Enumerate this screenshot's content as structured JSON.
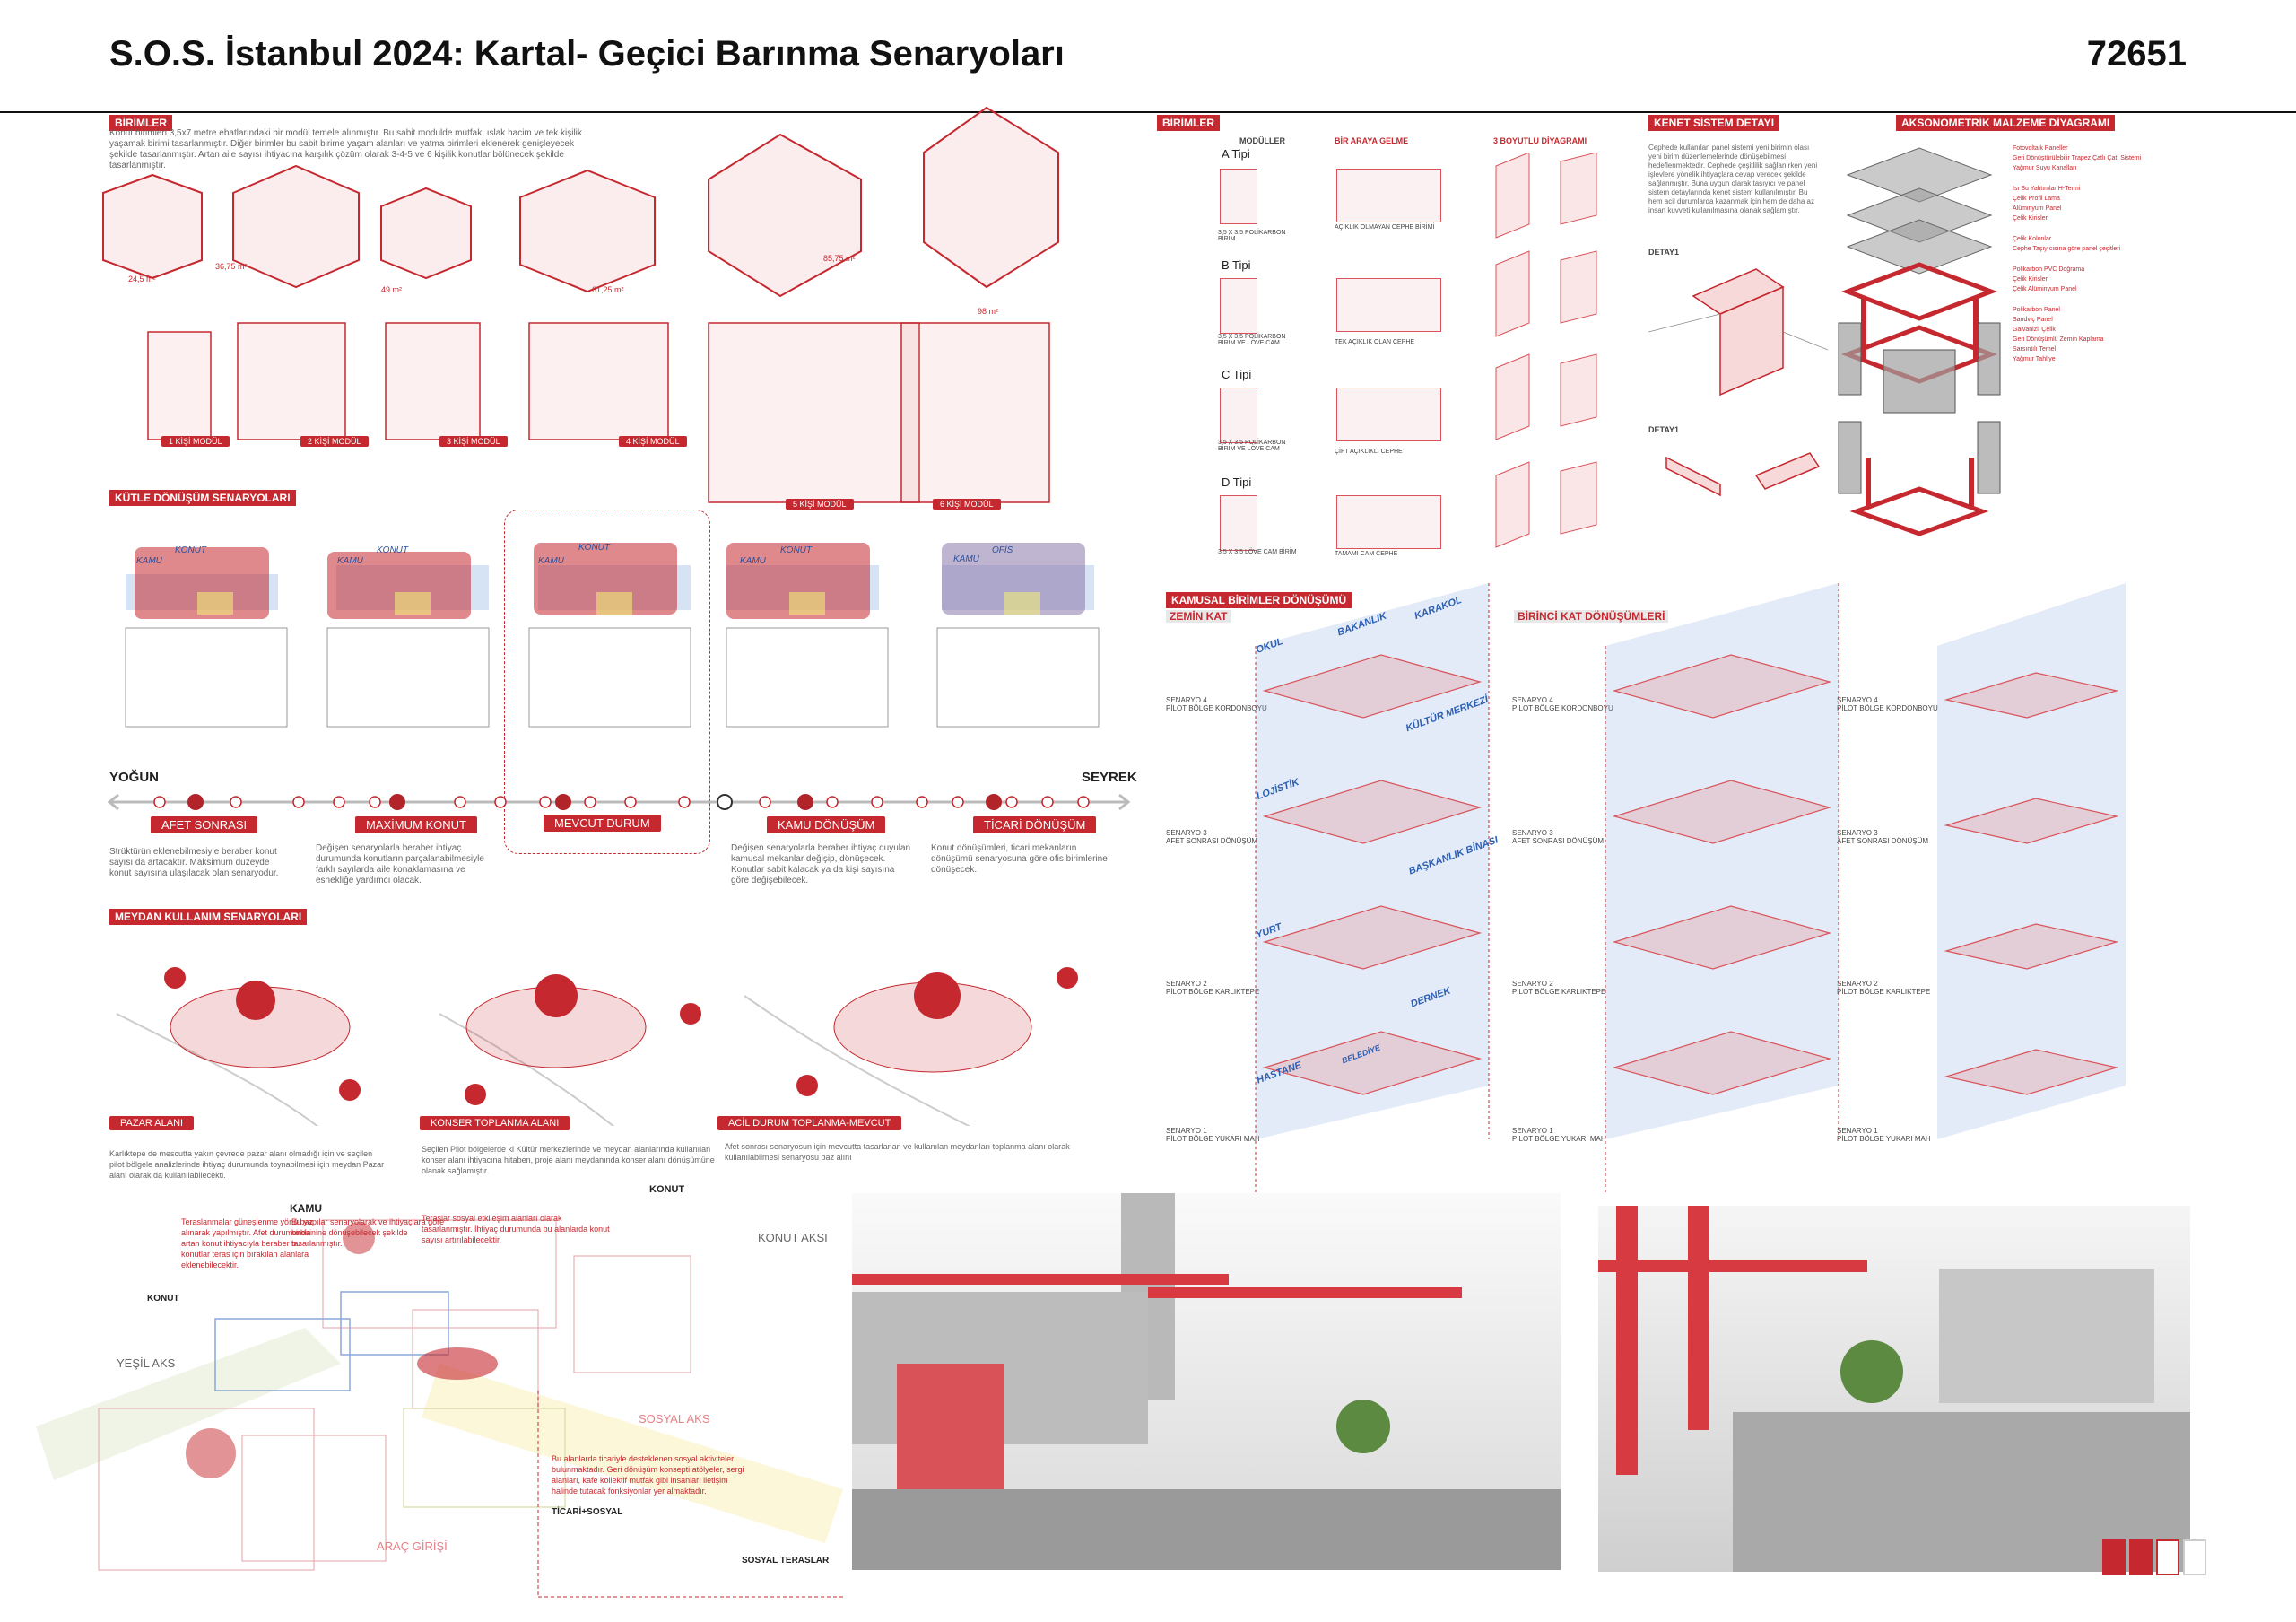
{
  "header": {
    "title": "S.O.S. İstanbul 2024: Kartal- Geçici Barınma Senaryoları",
    "code": "72651"
  },
  "birimler_left": {
    "heading": "BİRİMLER",
    "text": "Konut birimleri 3,5x7 metre ebatlarındaki bir modül temele alınmıştır. Bu sabit modulde mutfak, ıslak hacim ve tek kişilik yaşamak birimi tasarlanmıştır. Diğer birimler bu sabit birime yaşam alanları ve yatma birimleri eklenerek genişleyecek şekilde tasarlanmıştır. Artan aile sayısı ihtiyacına karşılık çözüm olarak 3-4-5 ve 6 kişilik konutlar bölünecek şekilde tasarlanmıştır.",
    "units": [
      {
        "area": "24,5 m²",
        "module": "1 KİŞİ MODÜL"
      },
      {
        "area": "36,75 m²",
        "module": "2 KİŞİ MODÜL"
      },
      {
        "area": "49 m²",
        "module": "3 KİŞİ MODÜL"
      },
      {
        "area": "61,25 m²",
        "module": "4 KİŞİ MODÜL"
      },
      {
        "area": "85,75 m²",
        "module": "5 KİŞİ MODÜL"
      },
      {
        "area": "98 m²",
        "module": "6 KİŞİ MODÜL"
      }
    ]
  },
  "kutle": {
    "heading": "KÜTLE DÖNÜŞÜM SENARYOLARI",
    "left_label": "YOĞUN",
    "right_label": "SEYREK",
    "tags": [
      "KAMU",
      "KONUT",
      "KAMU",
      "KONUT",
      "KAMU",
      "KONUT",
      "KAMU",
      "KONUT",
      "KAMU",
      "OFİS"
    ],
    "stages": [
      {
        "label": "AFET SONRASI",
        "text": "Strüktürün eklenebilmesiyle beraber konut sayısı da artacaktır. Maksimum düzeyde konut sayısına ulaşılacak olan senaryodur."
      },
      {
        "label": "MAXİMUM KONUT",
        "text": "Değişen senaryolarla beraber ihtiyaç durumunda konutların parçalanabilmesiyle farklı sayılarda aile konaklamasına ve esnekliğe yardımcı olacak."
      },
      {
        "label": "MEVCUT DURUM",
        "text": ""
      },
      {
        "label": "KAMU DÖNÜŞÜM",
        "text": "Değişen senaryolarla beraber ihtiyaç duyulan kamusal mekanlar değişip, dönüşecek. Konutlar sabit kalacak ya da kişi sayısına göre değişebilecek."
      },
      {
        "label": "TİCARİ DÖNÜŞÜM",
        "text": "Konut dönüşümleri, ticari mekanların dönüşümü senaryosuna göre ofis birimlerine dönüşecek."
      }
    ]
  },
  "meydan": {
    "heading": "MEYDAN KULLANIM SENARYOLARI",
    "items": [
      {
        "label": "PAZAR ALANI",
        "text": "Karlıktepe de mescutta yakın çevrede pazar alanı olmadığı için ve seçilen pilot bölgele analizlerinde ihtiyaç durumunda toynabilmesi için meydan Pazar alanı olarak da kullanılabilecekti."
      },
      {
        "label": "KONSER TOPLANMA ALANI",
        "text": "Seçilen Pilot bölgelerde ki Kültür merkezlerinde ve meydan alanlarında kullanılan konser alanı ihtiyacına hitaben, proje alanı meydanında konser alanı dönüşümüne olanak sağlamıştır."
      },
      {
        "label": "ACİL DURUM TOPLANMA-MEVCUT",
        "text": "Afet sonrası senaryosun için mevcutta tasarlanan ve kullanılan meydanları toplanma alanı olarak kullanılabilmesi senaryosu baz alını"
      }
    ]
  },
  "site": {
    "kamu": "KAMU",
    "kamu_text": "Bu yapılar senaryolarak ve ihtiyaçlara göre birbirinine dönüşebilecek şekilde tasarlanmıştır.",
    "konut_top": "KONUT",
    "konut_left": "KONUT",
    "konut_aksi": "KONUT AKSI",
    "yesil_aks": "YEŞİL AKS",
    "sosyal_aks": "SOSYAL AKS",
    "arac_girisi": "ARAÇ GİRİŞİ",
    "ticari_sosyal": "TİCARİ+SOSYAL",
    "sosyal_teraslar": "SOSYAL TERASLAR",
    "teras_text": "Teraslanmalar güneşlenme yönü baz alınarak yapılmıştır. Afet durumunda artan konut ihtiyacıyla beraber bu konutlar teras için bırakılan alanlara eklenebilecektir.",
    "sosyal_text": "Teraslar sosyal etkileşim alanları olarak tasarlanmıştır. İhtiyaç durumunda bu alanlarda konut sayısı artırılabilecektir.",
    "ticari_text": "Bu alanlarda ticariyle desteklenen sosyal aktiviteler bulunmaktadır. Geri dönüşüm konsepti atölyeler, sergi alanları, kafe kollektif mutfak gibi insanları iletişim halinde tutacak fonksiyonlar yer almaktadır."
  },
  "birimler_right": {
    "heading": "BİRİMLER",
    "col_moduller": "MODÜLLER",
    "col_biraraya": "BİR ARAYA GELME",
    "col_3d": "3 BOYUTLU DİYAGRAMI",
    "types": [
      {
        "name": "A Tipi",
        "desc": "3,5 X 3,5 POLİKARBON BİRİM",
        "combo": "AÇIKLIK OLMAYAN CEPHE BİRİMİ"
      },
      {
        "name": "B Tipi",
        "desc": "3,5 X 3,5 POLİKARBON BİRİM VE LÖVE CAM",
        "combo": "TEK AÇIKLIK OLAN CEPHE"
      },
      {
        "name": "C Tipi",
        "desc": "3,5 X 3,5 POLİKARBON BİRİM VE LÖVE CAM",
        "combo": "ÇİFT AÇIKLIKLI CEPHE"
      },
      {
        "name": "D Tipi",
        "desc": "3,5 X 3,5 LÖVE CAM BİRİM",
        "combo": "TAMAMI CAM CEPHE"
      }
    ]
  },
  "kenet": {
    "heading": "KENET SİSTEM DETAYI",
    "text": "Cephede kullanılan panel sistemi yeni birimin olası yeni birim düzenlemelerinde dönüşebilmesi hedeflenmektedir. Cephede çeşitlilik sağlanırken yeni işlevlere yönelik ihtiyaçlara cevap verecek şekilde sağlanmıştır. Buna uygun olarak taşıyıcı ve panel sistem detaylarında kenet sistem kullanılmıştır. Bu hem acil durumlarda kazanmak için hem de daha az insan kuvveti kullanılmasına olanak sağlamıştır.",
    "detay1": "DETAY1",
    "detay2": "DETAY1"
  },
  "akso": {
    "heading": "AKSONOMETRİK MALZEME DİYAGRAMI",
    "labels": [
      "Fotovoltaik Paneller",
      "Geri Dönüştürülebilir Trapez Çatlı Çatı Sistemi",
      "Yağmur Suyu Kanalları",
      "Isı Su Yalıtımlar H-Termi",
      "Çelik Profil Lama",
      "Alüminyum Panel",
      "Çelik Kirişler",
      "Çelik Kolonlar",
      "Cephe Taşıyıcısına göre panel çeşitleri",
      "Polikarbon PVC Doğrama",
      "Çelik Kirişler",
      "Çelik Alüminyum Panel",
      "Polikarbon Panel",
      "Sandviç Panel",
      "Galvanizli Çelik",
      "Geri Dönüşümlü Zemin Kaplama",
      "Sarsıntılı Temel",
      "Yağmur Tahliye"
    ]
  },
  "kamusal": {
    "heading": "KAMUSAL BİRİMLER DÖNÜŞÜMÜ",
    "zemin": "ZEMİN KAT",
    "birinci": "BİRİNCİ KAT DÖNÜŞÜMLERİ",
    "senaryolar": [
      {
        "title": "SENARYO 4",
        "sub": "PİLOT BÖLGE KORDONBOYU"
      },
      {
        "title": "SENARYO 3",
        "sub": "AFET SONRASI DÖNÜŞÜM"
      },
      {
        "title": "SENARYO 2",
        "sub": "PİLOT BÖLGE KARLIKTEPE"
      },
      {
        "title": "SENARYO 1",
        "sub": "PİLOT BÖLGE YUKARI MAH"
      }
    ],
    "labels": [
      "OKUL",
      "BAKANLIK",
      "KARAKOL",
      "KÜLTÜR MERKEZİ",
      "LOJİSTİK",
      "BAŞKANLIK BİNASI",
      "YURT",
      "DERNEK",
      "HASTANE",
      "BELEDİYE"
    ]
  },
  "colors": {
    "accent": "#c5282e",
    "accent_light": "#e78086",
    "blue": "#8ab0e0"
  }
}
